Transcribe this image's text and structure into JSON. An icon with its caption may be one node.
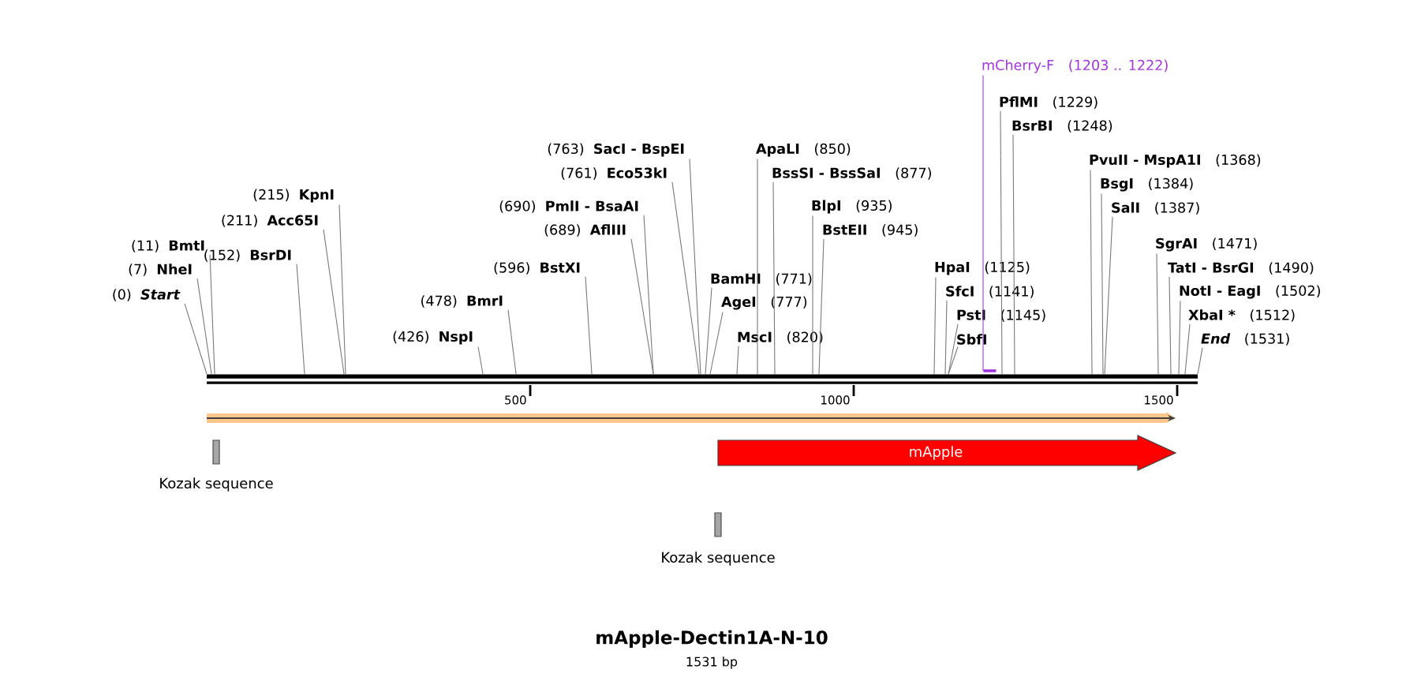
{
  "diagram": {
    "title": "mApple-Dectin1A-N-10",
    "caption": "1531 bp",
    "nodes": [
      {
        "text": [],
        "shape": "bar"
      },
      {
        "text": [
          "mCherry-F",
          "(1203 .. 1222)"
        ]
      },
      {
        "text": [
          "PflMI",
          "(1229)"
        ]
      },
      {
        "text": [
          "BsrBI",
          "(1248)"
        ]
      },
      {
        "text": [
          "(763)",
          "SacI - BspEI"
        ]
      },
      {
        "text": [
          "ApaLI",
          "(850)"
        ]
      },
      {
        "text": [
          "PvuII - MspA1I",
          "(1368)"
        ]
      },
      {
        "text": [
          "(761)",
          "Eco53kI"
        ]
      },
      {
        "text": [
          "BssSI - BssSaI",
          "(877)"
        ]
      },
      {
        "text": [
          "BsgI",
          "(1384)"
        ]
      },
      {
        "text": [
          "(215)",
          "KpnI"
        ]
      },
      {
        "text": [
          "(690)",
          "PmlI - BsaAI"
        ]
      },
      {
        "text": [
          "BlpI",
          "(935)"
        ]
      },
      {
        "text": [
          "SalI",
          "(1387)"
        ]
      },
      {
        "text": [
          "(211)",
          "Acc65I"
        ]
      },
      {
        "text": [
          "(689)",
          "AflIII"
        ]
      },
      {
        "text": [
          "BstEII",
          "(945)"
        ]
      },
      {
        "text": [
          "(11)",
          "BmtI"
        ]
      },
      {
        "text": [
          "SgrAI",
          "(1471)"
        ]
      },
      {
        "text": [
          "(152)",
          "BsrDI"
        ]
      },
      {
        "text": [
          "(596)",
          "BstXI"
        ]
      },
      {
        "text": [
          "HpaI",
          "(1125)"
        ]
      },
      {
        "text": [
          "TatI - BsrGI",
          "(1490)"
        ]
      },
      {
        "text": [
          "(7)",
          "NheI"
        ]
      },
      {
        "text": [
          "BamHI",
          "(771)"
        ]
      },
      {
        "text": [
          "SfcI",
          "(1141)"
        ]
      },
      {
        "text": [
          "NotI - EagI",
          "(1502)"
        ]
      },
      {
        "text": [
          "(0)",
          "Start"
        ]
      },
      {
        "text": [
          "(478)",
          "BmrI"
        ]
      },
      {
        "text": [
          "AgeI",
          "(777)"
        ]
      },
      {
        "text": [
          "PstI",
          "(1145)"
        ]
      },
      {
        "text": [
          "XbaI *",
          "(1512)"
        ]
      },
      {
        "text": [
          "(426)",
          "NspI"
        ]
      },
      {
        "text": [
          "MscI",
          "(820)"
        ]
      },
      {
        "text": [
          "SbfI"
        ]
      },
      {
        "text": [
          "End",
          "(1531)"
        ]
      },
      {
        "text": [],
        "shape": "bar"
      },
      {
        "text": [],
        "shape": "arrow"
      },
      {
        "text": [
          "Kozak sequence"
        ]
      },
      {
        "text": [
          "mApple"
        ]
      },
      {
        "text": [
          "Kozak sequence"
        ]
      }
    ],
    "edges": [
      {
        "from": 1,
        "to": 36,
        "arrow": "none",
        "color": "#a335e0"
      },
      {
        "from": 2,
        "to": 0,
        "arrow": "none"
      },
      {
        "from": 3,
        "to": 0,
        "arrow": "none"
      },
      {
        "from": 4,
        "to": 0,
        "arrow": "none"
      },
      {
        "from": 5,
        "to": 0,
        "arrow": "none"
      },
      {
        "from": 6,
        "to": 0,
        "arrow": "none"
      },
      {
        "from": 7,
        "to": 0,
        "arrow": "none"
      },
      {
        "from": 8,
        "to": 0,
        "arrow": "none"
      },
      {
        "from": 9,
        "to": 0,
        "arrow": "none"
      },
      {
        "from": 10,
        "to": 0,
        "arrow": "none"
      },
      {
        "from": 11,
        "to": 0,
        "arrow": "none"
      },
      {
        "from": 12,
        "to": 0,
        "arrow": "none"
      },
      {
        "from": 13,
        "to": 0,
        "arrow": "none"
      },
      {
        "from": 14,
        "to": 0,
        "arrow": "none"
      },
      {
        "from": 15,
        "to": 0,
        "arrow": "none"
      },
      {
        "from": 16,
        "to": 0,
        "arrow": "none"
      },
      {
        "from": 17,
        "to": 0,
        "arrow": "none"
      },
      {
        "from": 18,
        "to": 0,
        "arrow": "none"
      },
      {
        "from": 19,
        "to": 0,
        "arrow": "none"
      },
      {
        "from": 20,
        "to": 0,
        "arrow": "none"
      },
      {
        "from": 21,
        "to": 0,
        "arrow": "none"
      },
      {
        "from": 22,
        "to": 0,
        "arrow": "none"
      },
      {
        "from": 23,
        "to": 0,
        "arrow": "none"
      },
      {
        "from": 24,
        "to": 0,
        "arrow": "none"
      },
      {
        "from": 25,
        "to": 0,
        "arrow": "none"
      },
      {
        "from": 26,
        "to": 0,
        "arrow": "none"
      },
      {
        "from": 27,
        "to": 0,
        "arrow": "none"
      },
      {
        "from": 28,
        "to": 0,
        "arrow": "none"
      },
      {
        "from": 29,
        "to": 0,
        "arrow": "none"
      },
      {
        "from": 30,
        "to": 0,
        "arrow": "none"
      },
      {
        "from": 31,
        "to": 0,
        "arrow": "none"
      },
      {
        "from": 32,
        "to": 0,
        "arrow": "none"
      },
      {
        "from": 33,
        "to": 0,
        "arrow": "none"
      },
      {
        "from": 34,
        "to": 0,
        "arrow": "none"
      },
      {
        "from": 35,
        "to": 0,
        "arrow": "none"
      }
    ],
    "labels": [
      "500",
      "1000",
      "1500"
    ]
  }
}
